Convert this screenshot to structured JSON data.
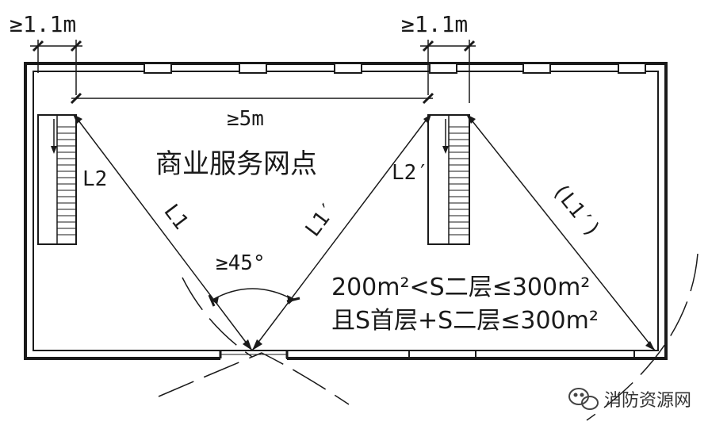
{
  "labels": {
    "stair_width_left": "≥1.1m",
    "stair_width_right": "≥1.1m",
    "stair_spacing": "≥5m",
    "room_name": "商业服务网点",
    "l2_left": "L2",
    "l1_left": "L1",
    "l1_prime": "L1′",
    "l2_prime": "L2′",
    "l1_prime_paren": "(L1′)",
    "angle": "≥45°",
    "condition_1": "200m²<S二层≤300m²",
    "condition_2": "且S首层+S二层≤300m²"
  },
  "watermark": {
    "text": "消防资源网",
    "icon": "wechat-icon"
  },
  "colors": {
    "ink": "#1a1a1a",
    "background": "#ffffff"
  }
}
